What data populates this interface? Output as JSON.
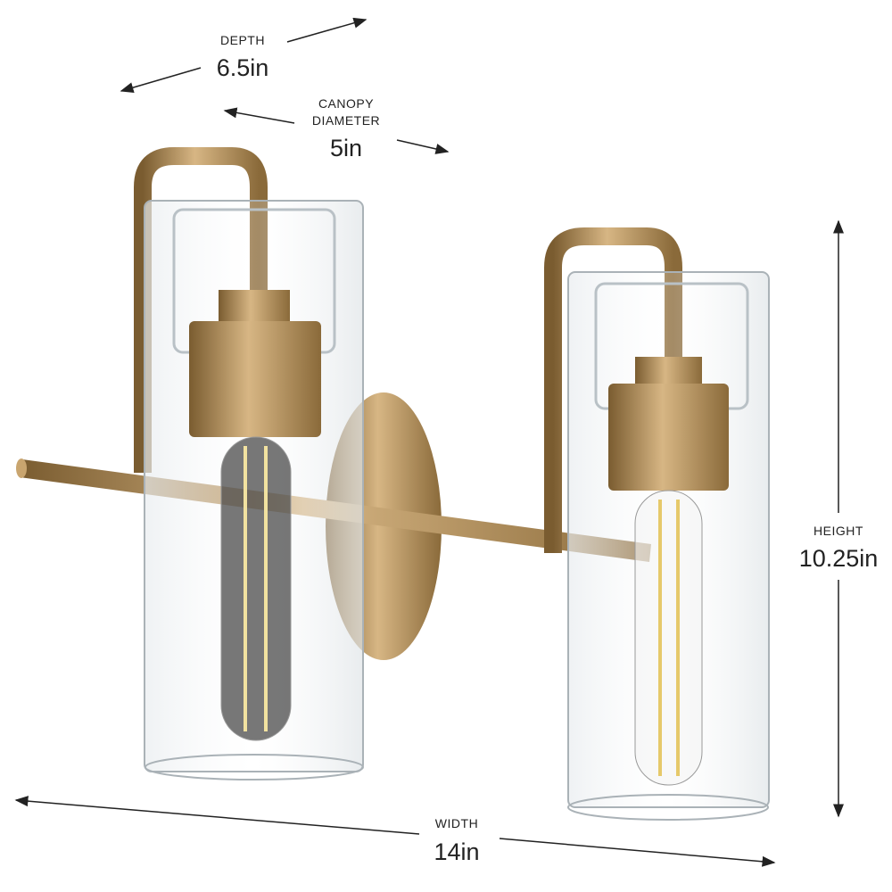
{
  "dimensions": {
    "depth": {
      "label": "DEPTH",
      "value": "6.5in"
    },
    "canopy": {
      "label_line1": "CANOPY",
      "label_line2": "DIAMETER",
      "value": "5in"
    },
    "height": {
      "label": "HEIGHT",
      "value": "10.25in"
    },
    "width": {
      "label": "WIDTH",
      "value": "14in"
    }
  },
  "colors": {
    "brass": "#b28f5c",
    "brass_dark": "#7a5c30",
    "glass": "#c9cfd3",
    "text": "#222222"
  }
}
